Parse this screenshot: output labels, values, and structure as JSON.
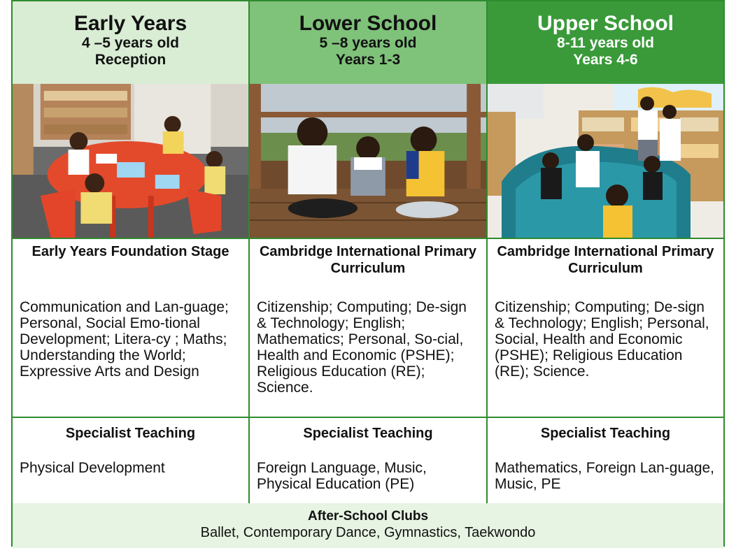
{
  "columns": [
    {
      "title": "Early Years",
      "age": "4 –5 years old",
      "group": "Reception",
      "photo_alt": "photo-early-years",
      "curriculum_title": "Early Years Foundation Stage",
      "curriculum_subjects": "Communication and Lan-guage; Personal, Social Emo-tional Development; Litera-cy ; Maths; Understanding the World; Expressive Arts and Design",
      "specialist_title": "Specialist Teaching",
      "specialist_subjects": "Physical Development"
    },
    {
      "title": "Lower School",
      "age": "5 –8 years old",
      "group": "Years 1-3",
      "photo_alt": "photo-lower-school",
      "curriculum_title": "Cambridge International Primary Curriculum",
      "curriculum_subjects": "Citizenship; Computing; De-sign & Technology; English; Mathematics; Personal, So-cial, Health and Economic (PSHE); Religious Education (RE); Science.",
      "specialist_title": "Specialist Teaching",
      "specialist_subjects": "Foreign Language, Music, Physical Education (PE)"
    },
    {
      "title": "Upper School",
      "age": "8-11 years old",
      "group": "Years 4-6",
      "photo_alt": "photo-upper-school",
      "curriculum_title": "Cambridge International Primary Curriculum",
      "curriculum_subjects": "Citizenship; Computing; De-sign & Technology; English; Personal, Social, Health and Economic (PSHE); Religious Education (RE); Science.",
      "specialist_title": "Specialist Teaching",
      "specialist_subjects": "Mathematics, Foreign Lan-guage, Music, PE"
    }
  ],
  "clubs": {
    "title": "After-School Clubs",
    "items": "Ballet, Contemporary Dance, Gymnastics,  Taekwondo"
  },
  "colors": {
    "border": "#2e8b2e",
    "early_header": "#d9ecd4",
    "lower_header": "#7fc27a",
    "upper_header": "#3a9a3a",
    "clubs_bg": "#e7f3e3"
  }
}
